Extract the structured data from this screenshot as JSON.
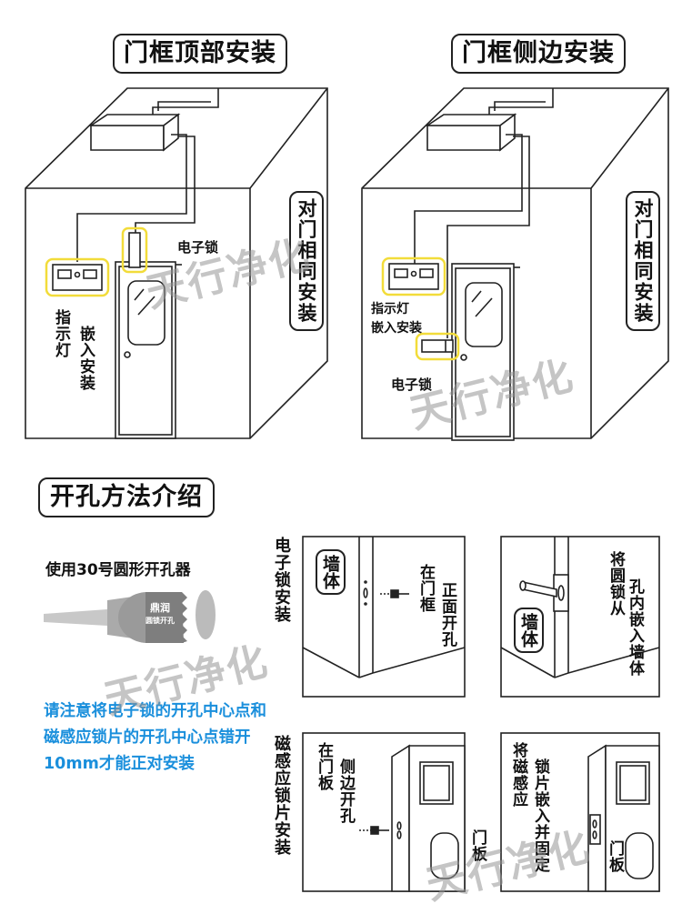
{
  "titles": {
    "top_install": "门框顶部安装",
    "side_install": "门框侧边安装",
    "opening_method": "开孔方法介绍"
  },
  "panel_top": {
    "opposite_label": "对门相同安装",
    "lock_label": "电子锁",
    "indicator_label": "指示灯",
    "embed_label": "嵌入安装"
  },
  "panel_side": {
    "opposite_label": "对门相同安装",
    "indicator_label": "指示灯\n嵌入安装",
    "lock_label": "电子锁"
  },
  "tool": {
    "caption": "使用30号圆形开孔器",
    "brand": "鼎润",
    "brand_sub": "圆锁开孔"
  },
  "note": "请注意将电子锁的开孔中心点和磁感应锁片的开孔中心点错开10mm才能正对安装",
  "steps": {
    "lock_row_label": "电子锁安装",
    "magnet_row_label": "磁感应锁片安装",
    "wall": "墙体",
    "front_frame": "在门框",
    "front_open": "正面开孔",
    "embed_wall_a": "将圆锁从",
    "embed_wall_b": "孔内嵌入墙体",
    "door_side_a": "在门板",
    "door_side_b": "侧边开孔",
    "door_panel": "门板",
    "magnet_a": "将磁感应",
    "magnet_b": "锁片嵌入并固定"
  },
  "watermark": "天行净化",
  "colors": {
    "accent_yellow": "#f2dc3a",
    "note_blue": "#1a8fdc"
  }
}
